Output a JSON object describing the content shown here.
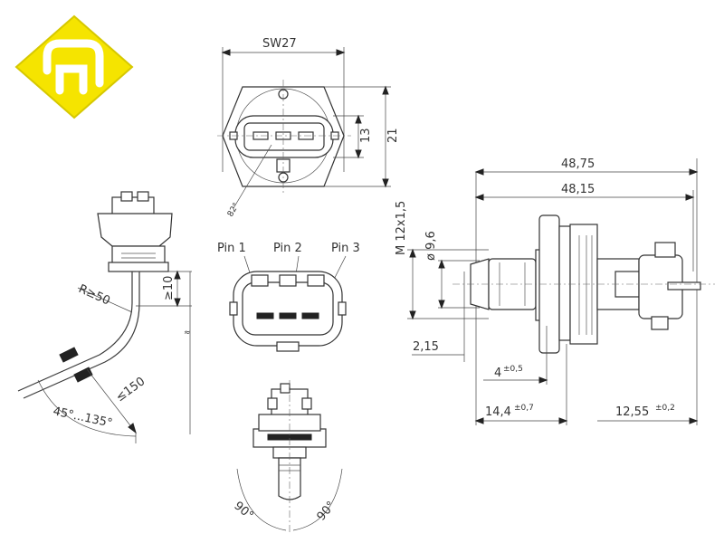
{
  "logo": {
    "name": "brand-logo",
    "colors": {
      "primary": "#f5e400",
      "outline": "#d6c800"
    }
  },
  "top_view": {
    "wrench_size": "SW27",
    "dim_13": "13",
    "dim_21": "21",
    "dim_angle": "82°"
  },
  "pin_view": {
    "pin1": "Pin 1",
    "pin2": "Pin 2",
    "pin3": "Pin 3"
  },
  "cable_view": {
    "radius": "R≥50",
    "height": "≥10",
    "length": "≤150",
    "angle_range": "45°...135°"
  },
  "bottom_view": {
    "angle_left": "90°",
    "angle_right": "90°"
  },
  "side_view": {
    "overall_length": "48,75",
    "body_length": "48,15",
    "thread": "M 12x1,5",
    "diameter": "ø 9,6",
    "tip": "2,15",
    "offset": "4",
    "offset_tol": "±0,5",
    "thread_len": "14,4",
    "thread_len_tol": "±0,7",
    "connector_len": "12,55",
    "connector_len_tol": "±0,2"
  }
}
